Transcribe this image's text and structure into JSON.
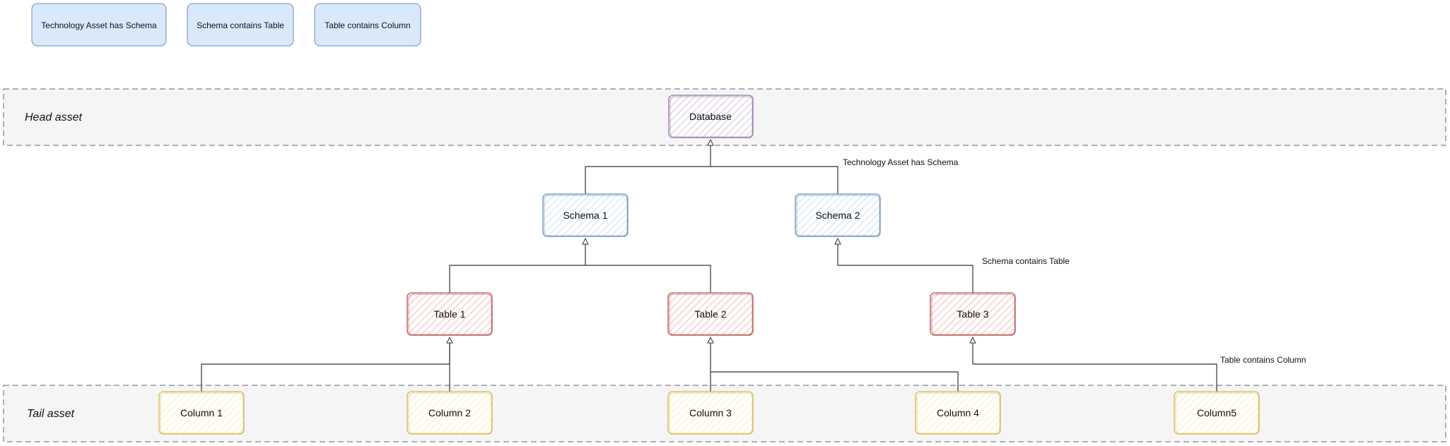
{
  "legend": {
    "items": [
      {
        "label": "Technology Asset has Schema"
      },
      {
        "label": "Schema contains Table"
      },
      {
        "label": "Table contains Column"
      }
    ],
    "fill": "#dae8fc",
    "stroke": "#6c8ebf"
  },
  "bands": {
    "head": {
      "label": "Head asset"
    },
    "tail": {
      "label": "Tail asset"
    },
    "fill": "#f5f5f5",
    "stroke": "#666666"
  },
  "nodes": {
    "database": {
      "label": "Database"
    },
    "schema_1": {
      "label": "Schema 1"
    },
    "schema_2": {
      "label": "Schema 2"
    },
    "table_1": {
      "label": "Table 1"
    },
    "table_2": {
      "label": "Table 2"
    },
    "table_3": {
      "label": "Table 3"
    },
    "column_1": {
      "label": "Column 1"
    },
    "column_2": {
      "label": "Column 2"
    },
    "column_3": {
      "label": "Column 3"
    },
    "column_4": {
      "label": "Column 4"
    },
    "column_5": {
      "label": "Column5"
    }
  },
  "edge_labels": {
    "technology_asset_has_schema": "Technology Asset has Schema",
    "schema_contains_table": "Schema contains Table",
    "table_contains_column": "Table contains Column"
  },
  "colors": {
    "database": {
      "fill": "#e1d5e7",
      "stroke": "#9673a6"
    },
    "schema": {
      "fill": "#dae8fc",
      "stroke": "#6c8ebf"
    },
    "table": {
      "fill": "#f8cecc",
      "stroke": "#b85450"
    },
    "column": {
      "fill": "#fff2cc",
      "stroke": "#d6b656"
    },
    "edge": "#333333"
  }
}
